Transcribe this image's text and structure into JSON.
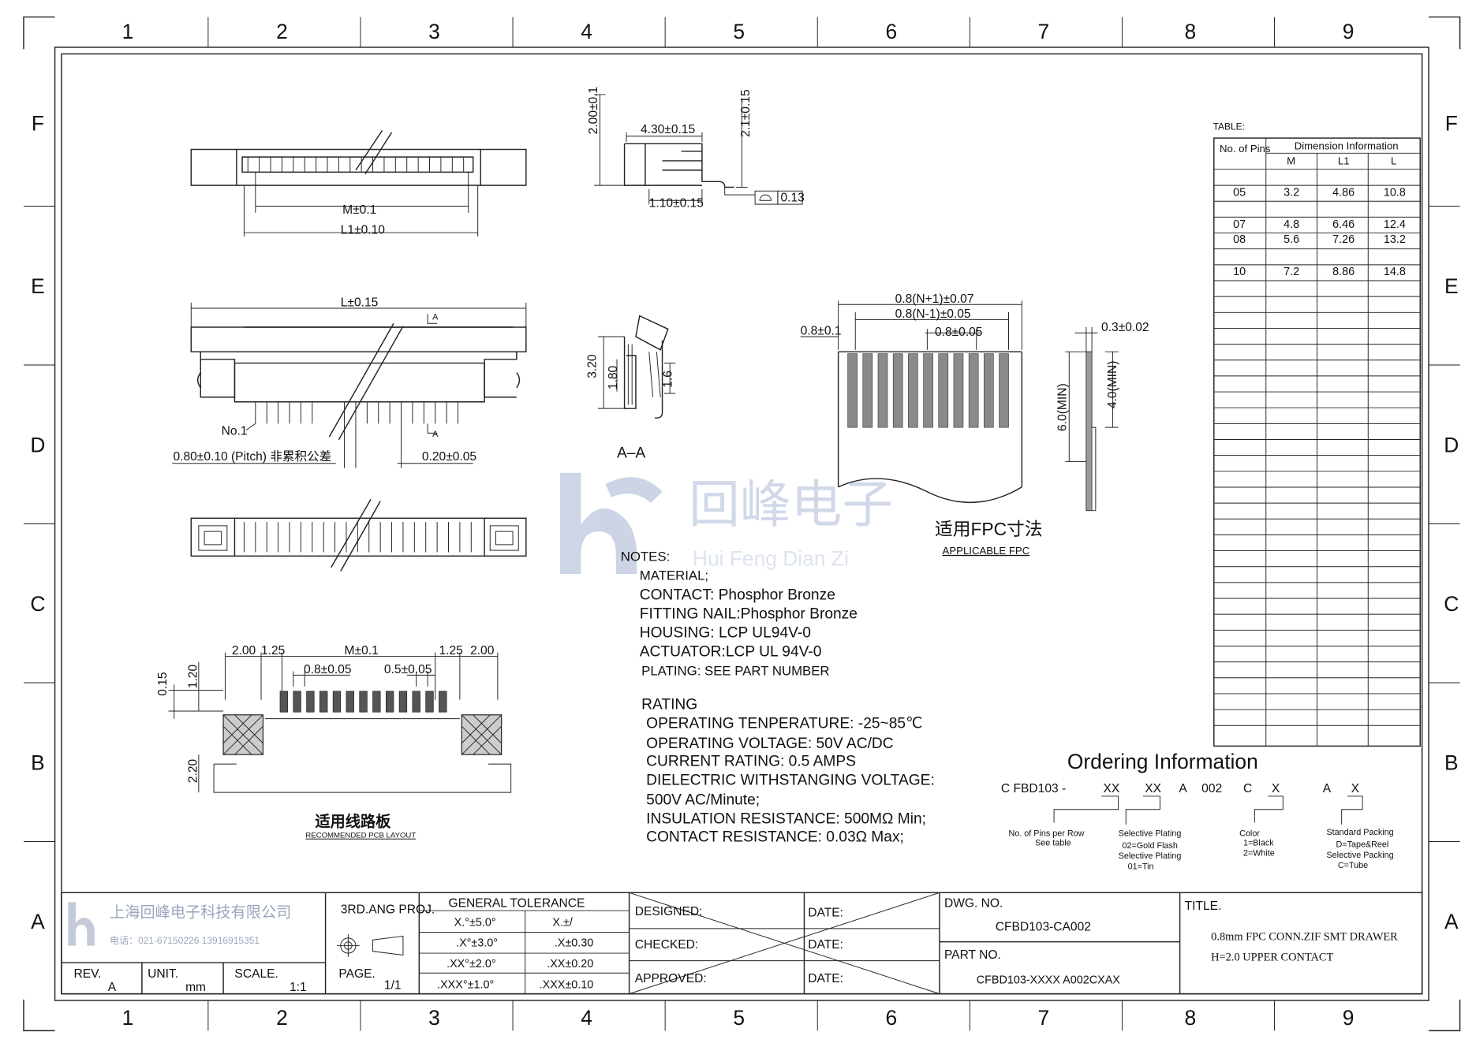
{
  "grid": {
    "columns": [
      "1",
      "2",
      "3",
      "4",
      "5",
      "6",
      "7",
      "8",
      "9"
    ],
    "rows": [
      "F",
      "E",
      "D",
      "C",
      "B",
      "A"
    ]
  },
  "front_view": {
    "m_dim": "M±0.1",
    "l1_dim": "L1±0.10"
  },
  "side_view": {
    "h_total": "2.00±0.1",
    "w_depth": "4.30±0.15",
    "h_right": "2.1±0.15",
    "w_base": "1.10±0.15",
    "flatness": "0.13"
  },
  "middle_view": {
    "l_dim": "L±0.15",
    "section_mark": "A",
    "no1": "No.1",
    "pitch": "0.80±0.10 (Pitch) 非累积公差",
    "pin_w": "0.20±0.05"
  },
  "section_aa": {
    "d1": "3.20",
    "d2": "1.80",
    "d3": "1.6",
    "label": "A–A"
  },
  "fpc": {
    "n_plus": "0.8(N+1)±0.07",
    "n_minus": "0.8(N-1)±0.05",
    "left": "0.8±0.1",
    "pitch": "0.8±0.05",
    "thick": "0.3±0.02",
    "min6": "6.0(MIN)",
    "min4": "4.0(MIN)",
    "title_cn": "适用FPC寸法",
    "title_en": "APPLICABLE FPC"
  },
  "pcb": {
    "d200a": "2.00",
    "d125a": "1.25",
    "m": "M±0.1",
    "d125b": "1.25",
    "d200b": "2.00",
    "p08": "0.8±0.05",
    "p05": "0.5±0.05",
    "d015": "0.15",
    "d120": "1.20",
    "d220": "2.20",
    "title_cn": "适用线路板",
    "title_en": "RECOMMENDED PCB LAYOUT"
  },
  "watermark": {
    "cn": "回峰电子",
    "en": "Hui Feng Dian Zi"
  },
  "notes": {
    "heading": "NOTES:",
    "lines": [
      "MATERIAL;",
      "CONTACT: Phosphor Bronze",
      "FITTING NAIL:Phosphor Bronze",
      "HOUSING: LCP UL94V-0",
      "ACTUATOR:LCP UL 94V-0",
      "PLATING: SEE PART NUMBER"
    ],
    "rating_heading": "RATING",
    "rating": [
      "OPERATING TENPERATURE: -25~85℃",
      "OPERATING VOLTAGE: 50V AC/DC",
      "CURRENT RATING: 0.5 AMPS",
      "DIELECTRIC WITHSTANGING VOLTAGE:",
      "500V AC/Minute;",
      "INSULATION RESISTANCE: 500MΩ Min;",
      "CONTACT RESISTANCE: 0.03Ω Max;"
    ]
  },
  "table": {
    "label": "TABLE:",
    "col_pins": "No. of Pins",
    "group": "Dimension Information",
    "col_m": "M",
    "col_l1": "L1",
    "col_l": "L",
    "rows": [
      {
        "pins": "05",
        "m": "3.2",
        "l1": "4.86",
        "l": "10.8"
      },
      {
        "pins": "07",
        "m": "4.8",
        "l1": "6.46",
        "l": "12.4"
      },
      {
        "pins": "08",
        "m": "5.6",
        "l1": "7.26",
        "l": "13.2"
      },
      {
        "pins": "10",
        "m": "7.2",
        "l1": "8.86",
        "l": "14.8"
      }
    ]
  },
  "ordering": {
    "title": "Ordering Information",
    "code": [
      "C FBD103 -",
      "XX",
      "XX",
      "A",
      "002",
      "C",
      "X",
      "A",
      "X"
    ],
    "n1": "No. of Pins per Row",
    "n1b": "See table",
    "n2a": "Selective Plating",
    "n2b": "02=Gold Flash",
    "n2c": "Selective Plating",
    "n2d": "01=Tin",
    "n3a": "Color",
    "n3b": "1=Black",
    "n3c": "2=White",
    "n4a": "Standard Packing",
    "n4b": "D=Tape&Reel",
    "n4c": "Selective Packing",
    "n4d": "C=Tube"
  },
  "title_block": {
    "company": "上海回峰电子科技有限公司",
    "phone": "电话：021-67150226  13916915351",
    "proj": "3RD.ANG PROJ.",
    "tol_heading": "GENERAL TOLERANCE",
    "tol_angles": [
      "X.°±5.0°",
      ".X°±3.0°",
      ".XX°±2.0°",
      ".XXX°±1.0°"
    ],
    "tol_lin": [
      "X.±/",
      ".X±0.30",
      ".XX±0.20",
      ".XXX±0.10"
    ],
    "designed": "DESIGNED:",
    "checked": "CHECKED:",
    "approved": "APPROVED:",
    "date": "DATE:",
    "dwg_label": "DWG. NO.",
    "dwg_no": "CFBD103-CA002",
    "part_label": "PART NO.",
    "part_no": "CFBD103-XXXX A002CXAX",
    "title_label": "TITLE.",
    "title1": "0.8mm FPC CONN.ZIF SMT DRAWER",
    "title2": "H=2.0 UPPER CONTACT",
    "rev_label": "REV.",
    "rev": "A",
    "unit_label": "UNIT.",
    "unit": "mm",
    "scale_label": "SCALE.",
    "scale": "1:1",
    "page_label": "PAGE.",
    "page": "1/1"
  }
}
